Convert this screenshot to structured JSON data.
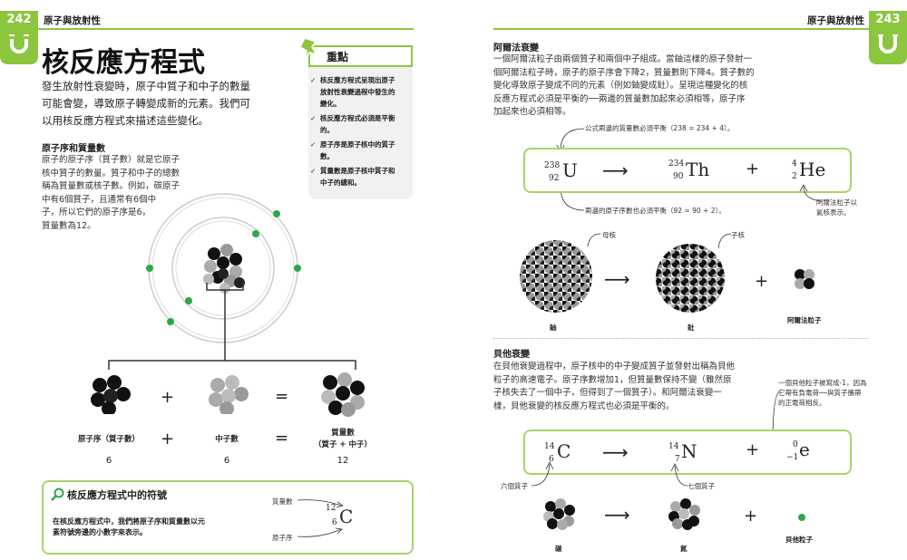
{
  "left": {
    "page_number": "242",
    "header": "原子與放射性",
    "title": "核反應方程式",
    "intro": [
      "發生放射性衰變時，原子中質子和中子的數量",
      "可能會變，導致原子轉變成新的元素。我們可",
      "以用核反應方程式來描述這些變化。"
    ],
    "section1_title": "原子序和質量數",
    "section1_lines": [
      "原子的原子序（質子數）就是它原子",
      "核中質子的數量。質子和中子的總數",
      "稱為質量數或核子數。例如，碳原子",
      "中有6個質子，且通常有6個中",
      "子，所以它們的原子序是6，",
      "質量數為12。"
    ],
    "keypoints_title": "重點",
    "keypoints": [
      "核反應方程式呈現出原子放射性衰變過程中發生的變化。",
      "核反應方程式必須是平衡的。",
      "原子序是原子核中的質子數。",
      "質量數是原子核中質子和中子的總和。"
    ],
    "keypoint_lines": [
      [
        "核反應方程式呈現出原子",
        "放射性衰變過程中發生的",
        "變化。"
      ],
      [
        "核反應方程式必須是平衡",
        "的。"
      ],
      [
        "原子序是原子核中的質子",
        "數。"
      ],
      [
        "質量數是原子核中質子和",
        "中子的總和。"
      ]
    ],
    "sum": {
      "plus": "+",
      "equals": "=",
      "labels": [
        "原子序（質子數）",
        "中子數",
        "質量數"
      ],
      "label3_sub": "（質子 + 中子）",
      "values": [
        "6",
        "6",
        "12"
      ]
    },
    "symbol_box": {
      "title": "核反應方程式中的符號",
      "lines": [
        "在核反應方程式中，我們將原子序和質量數以元",
        "素符號旁邊的小數字來表示。"
      ],
      "mass_label": "質量數",
      "atomic_label": "原子序",
      "mass": "12",
      "atomic": "6",
      "symbol": "C"
    }
  },
  "right": {
    "page_number": "243",
    "header": "原子與放射性",
    "alpha_title": "阿爾法衰變",
    "alpha_lines": [
      "一個阿爾法粒子由兩個質子和兩個中子組成。當鈾這樣的原子發射一",
      "個阿爾法粒子時，原子的原子序會下降2，質量數則下降4。質子數的",
      "變化導致原子變成不同的元素（例如鈾變成釷）。呈現這種變化的核",
      "反應方程式必須是平衡的──兩邊的質量數加起來必須相等，原子序",
      "加起來也必須相等。"
    ],
    "alpha_note_top": "公式兩邊的質量數必須平衡（238 = 234 + 4）。",
    "alpha_note_bottom": "兩邊的原子序數也必須平衡（92 = 90 + 2）。",
    "alpha_note_right": [
      "阿爾法粒子以",
      "氦核表示。"
    ],
    "alpha_eq": {
      "u_mass": "238",
      "u_num": "92",
      "u_sym": "U",
      "th_mass": "234",
      "th_num": "90",
      "th_sym": "Th",
      "he_mass": "4",
      "he_num": "2",
      "he_sym": "He",
      "arrow": "⟶",
      "plus": "+"
    },
    "alpha_labels": {
      "parent": "母核",
      "daughter": "子核",
      "uranium": "鈾",
      "thorium": "釷",
      "particle": "阿爾法粒子"
    },
    "beta_title": "貝他衰變",
    "beta_lines": [
      "在貝他衰變過程中，原子核中的中子變成質子並發射出稱為貝他",
      "粒子的高速電子。原子序數增加1，但質量數保持不變（雖然原",
      "子核失去了一個中子，但得到了一個質子）。和阿爾法衰變一",
      "樣，貝他衰變的核反應方程式也必須是平衡的。"
    ],
    "beta_note_right": [
      "一個貝他粒子被寫成-1，因為",
      "它帶有負電荷──與質子攜帶",
      "的正電荷相反。"
    ],
    "beta_eq": {
      "c_mass": "14",
      "c_num": "6",
      "c_sym": "C",
      "n_mass": "14",
      "n_num": "7",
      "n_sym": "N",
      "e_mass": "0",
      "e_num": "−1",
      "e_sym": "e",
      "arrow": "⟶",
      "plus": "+"
    },
    "beta_labels": {
      "six_protons": "六個質子",
      "seven_protons": "七個質子",
      "carbon": "碳",
      "nitrogen": "氮",
      "particle": "貝他粒子"
    }
  },
  "colors": {
    "accent": "#8cc63f",
    "box_border": "#a8d468",
    "electron": "#2ea84a",
    "proton": "#111111",
    "neutron": "#9a9a9a"
  }
}
